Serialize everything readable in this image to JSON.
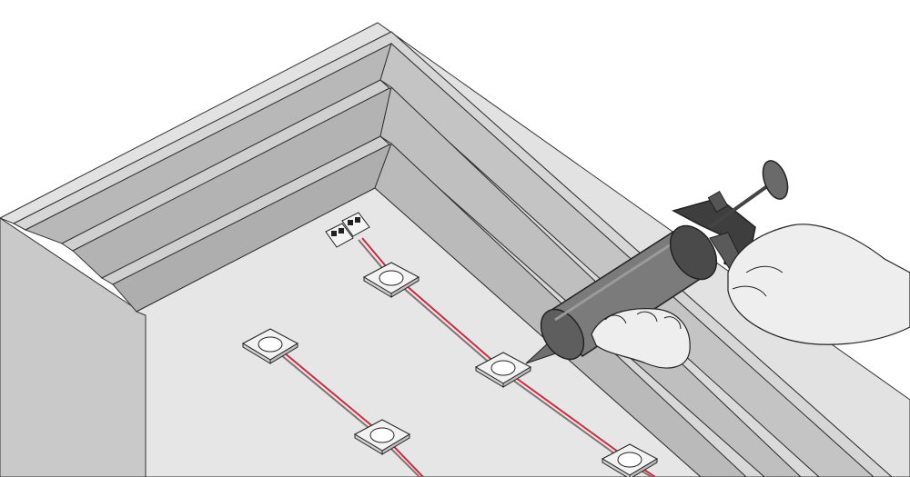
{
  "scene": {
    "description_visible_text": "",
    "colors": {
      "background": "#ffffff",
      "frame_outer": "#dcdcdc",
      "frame_side": "#c8c8c8",
      "inner_wall": "#bdbdbd",
      "inner_wall_dark": "#a9a9a9",
      "floor": "#e4e4e4",
      "outline": "#333333",
      "wire_red": "#d7263d",
      "module_face": "#f2f2f2",
      "gun_body": "#7a7a7a",
      "gun_dark": "#3d3d3d",
      "hand": "#eeeeee"
    },
    "elements": {
      "led_modules_row_a_count": 3,
      "led_modules_row_b_count": 2,
      "connectors_count": 2,
      "tool": "caulking-gun"
    }
  }
}
